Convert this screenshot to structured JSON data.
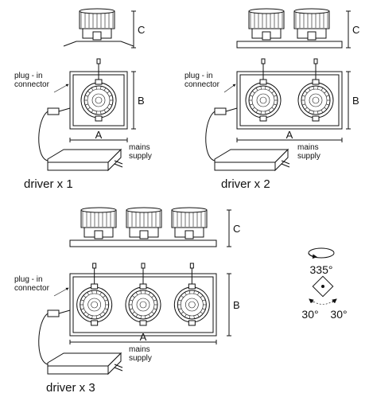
{
  "labels": {
    "plug_in_line1": "plug - in",
    "plug_in_line2": "connector",
    "mains_line1": "mains",
    "mains_line2": "supply",
    "dim_a": "A",
    "dim_b": "B",
    "dim_c": "C",
    "rotation": "335°",
    "tilt_left": "30°",
    "tilt_right": "30°"
  },
  "variants": [
    {
      "heads": 1,
      "driver": "driver x 1"
    },
    {
      "heads": 2,
      "driver": "driver x 2"
    },
    {
      "heads": 3,
      "driver": "driver x 3"
    }
  ]
}
